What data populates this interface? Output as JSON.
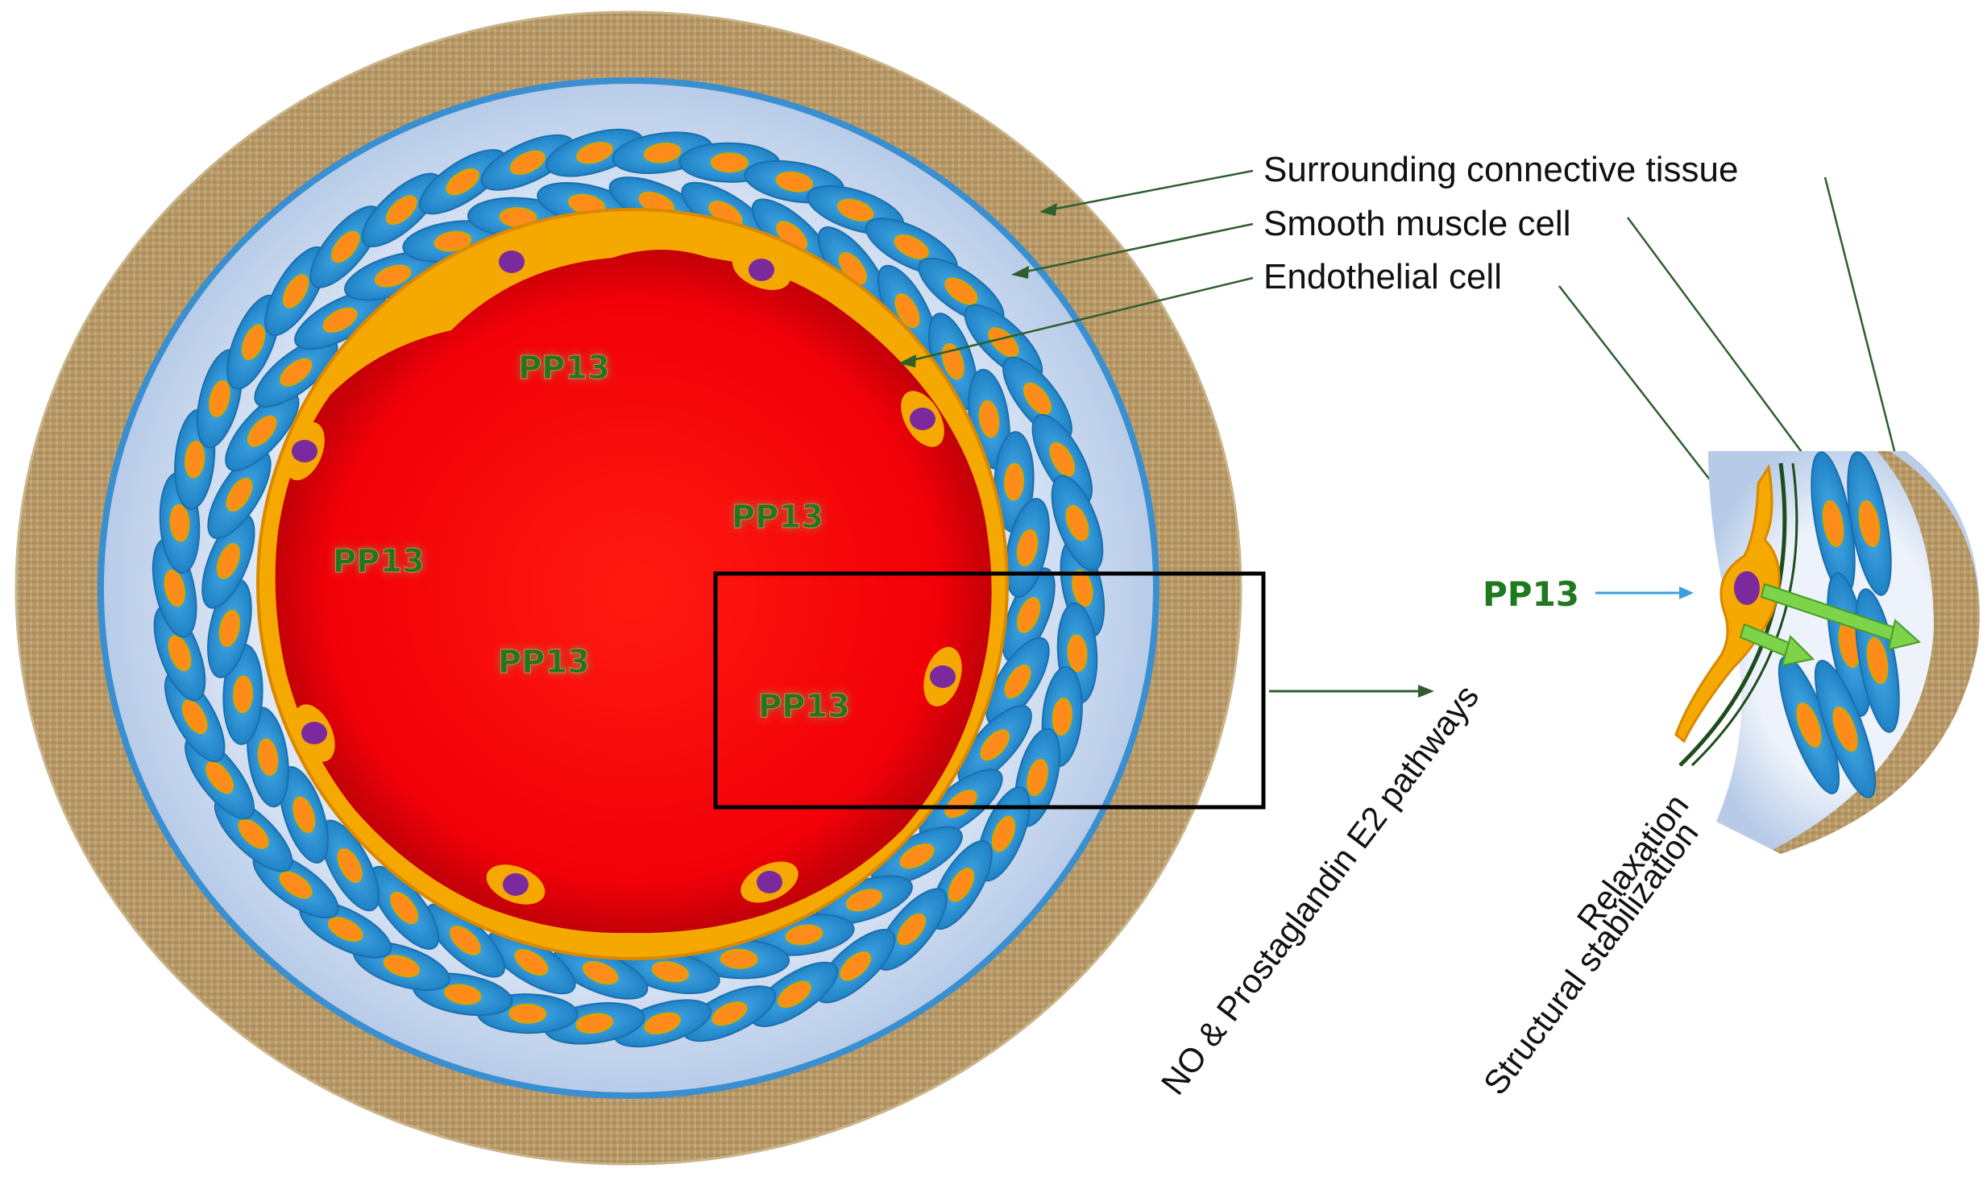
{
  "labels": {
    "connective_tissue": "Surrounding connective tissue",
    "smooth_muscle": "Smooth muscle cell",
    "endothelial": "Endothelial cell"
  },
  "protein": {
    "lumen_labels": [
      "PP13",
      "PP13",
      "PP13",
      "PP13",
      "PP13"
    ],
    "inset_label": "PP13"
  },
  "pathways": {
    "no_pge2": "NO & Prostaglandin E2 pathways",
    "relaxation": "Relaxation",
    "stabilization": "Structural stabilization"
  },
  "colors": {
    "lumen": "#e8000a",
    "endothelium": "#f5a800",
    "nucleus_endothelial": "#7b2a9e",
    "smooth_muscle": "#2b96d8",
    "nucleus_smooth_muscle": "#ff8c1a",
    "media_background": "#c8d8ee",
    "connective_tissue": "#b89a6a",
    "pp13_text": "#1f7a1f",
    "leader_line": "#2e5e2e",
    "pathway_arrow": "#7dd34a"
  }
}
